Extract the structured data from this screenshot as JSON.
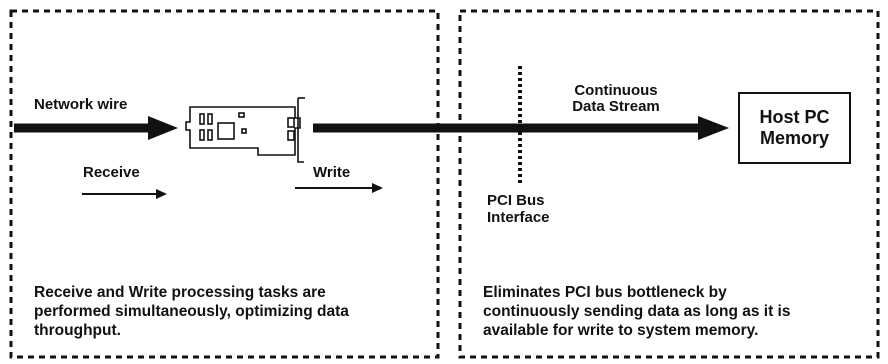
{
  "labels": {
    "network_wire": "Network wire",
    "receive": "Receive",
    "write": "Write",
    "stream_line1": "Continuous",
    "stream_line2": "Data Stream",
    "pci_line1": "PCI Bus",
    "pci_line2": "Interface",
    "host_line1": "Host PC",
    "host_line2": "Memory"
  },
  "captions": {
    "left": [
      "Receive and Write processing tasks are",
      "performed simultaneously, optimizing data",
      "throughput."
    ],
    "right": [
      "Eliminates PCI bus bottleneck by",
      "continuously sending data as long as it is",
      "available for write to system memory."
    ]
  },
  "icons": {
    "network_card": "network-card-icon"
  },
  "colors": {
    "ink": "#111111",
    "background": "#ffffff"
  }
}
